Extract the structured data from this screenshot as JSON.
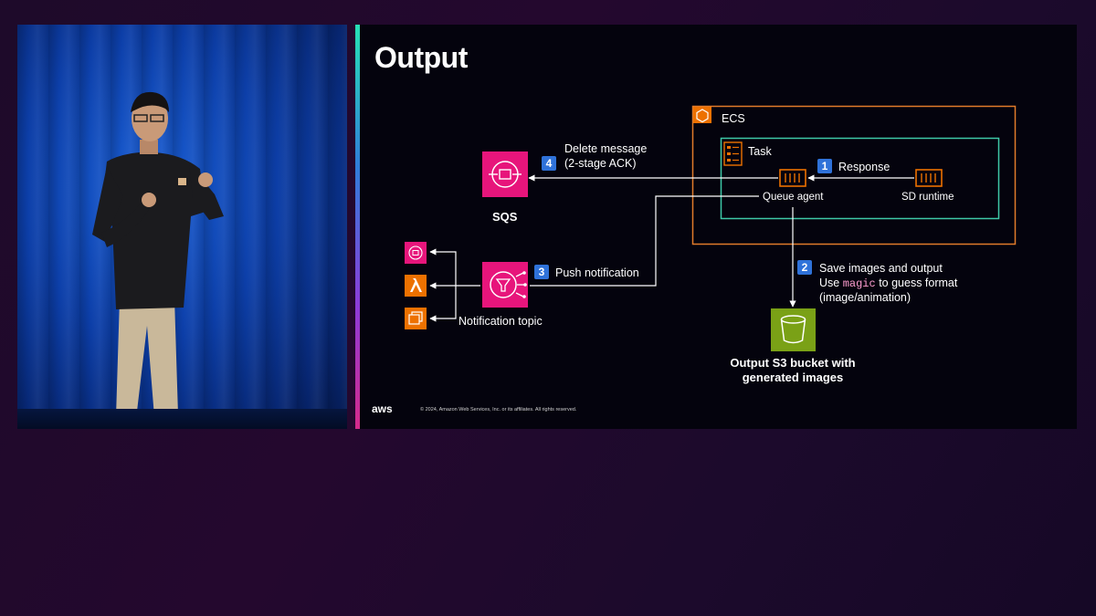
{
  "slide": {
    "title": "Output",
    "ecs_label": "ECS",
    "task_label": "Task",
    "queue_agent_label": "Queue agent",
    "sd_runtime_label": "SD runtime",
    "sqs_label": "SQS",
    "notification_topic_label": "Notification topic",
    "s3_label_line1": "Output S3 bucket with",
    "s3_label_line2": "generated images",
    "steps": {
      "step1": {
        "num": "1",
        "text": "Response"
      },
      "step2": {
        "num": "2",
        "line1": "Save images and output",
        "line2_pre": "Use ",
        "line2_code": "magic",
        "line2_post": " to guess format",
        "line3": "(image/animation)"
      },
      "step3": {
        "num": "3",
        "text": "Push notification"
      },
      "step4": {
        "num": "4",
        "line1": "Delete message",
        "line2": "(2-stage ACK)"
      }
    },
    "footer_logo": "aws",
    "footer_copyright": "© 2024, Amazon Web Services, Inc. or its affiliates. All rights reserved."
  },
  "colors": {
    "ecs_border": "#e07b2a",
    "task_border": "#3ec9a7",
    "sqs_pink": "#e7157b",
    "lambda_orange": "#ed7100",
    "s3_green": "#7aa116",
    "step_badge": "#2f72d9"
  },
  "icons": [
    "ecs-icon",
    "task-icon",
    "container-icon",
    "sqs-icon",
    "sns-icon",
    "lambda-icon",
    "s3-bucket-icon",
    "aws-logo"
  ]
}
